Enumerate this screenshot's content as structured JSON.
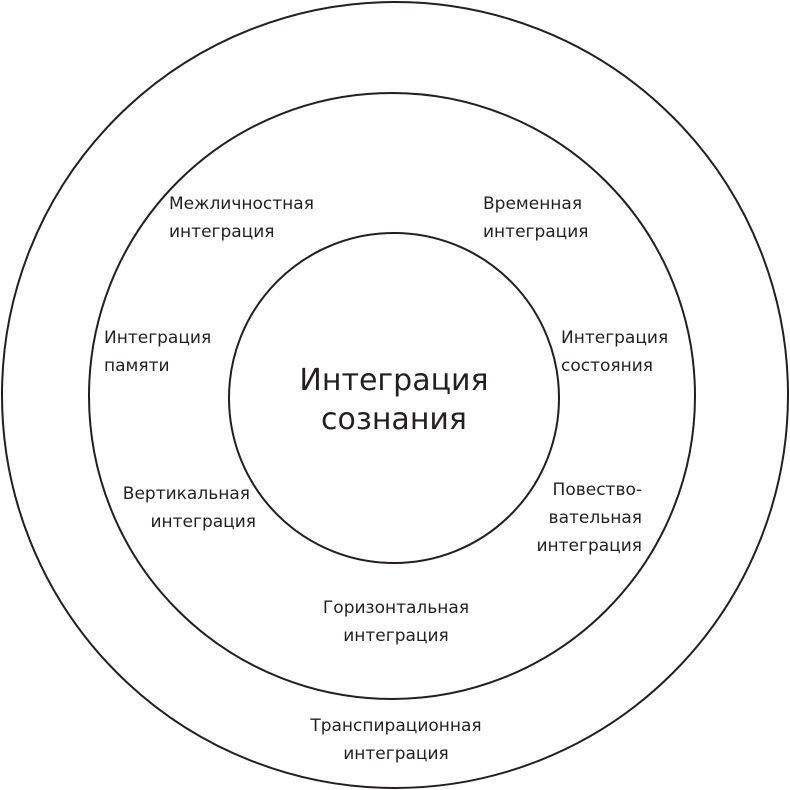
{
  "center": {
    "line1": "Интеграция",
    "line2": "сознания"
  },
  "labels": {
    "interpersonal": [
      "Межличностная",
      "интеграция"
    ],
    "temporal": [
      "Временная",
      "интеграция"
    ],
    "memory": [
      "Интеграция",
      "памяти"
    ],
    "state": [
      "Интеграция",
      "состояния"
    ],
    "vertical": [
      "Вертикальная",
      "интеграция"
    ],
    "narrative": [
      "Повество-",
      "вательная",
      "интеграция"
    ],
    "horizontal": [
      "Горизонтальная",
      "интеграция"
    ],
    "transpirational": [
      "Транспирационная",
      "интеграция"
    ]
  },
  "colors": {
    "stroke": "#231f20",
    "text": "#231f20",
    "background": "#ffffff"
  }
}
